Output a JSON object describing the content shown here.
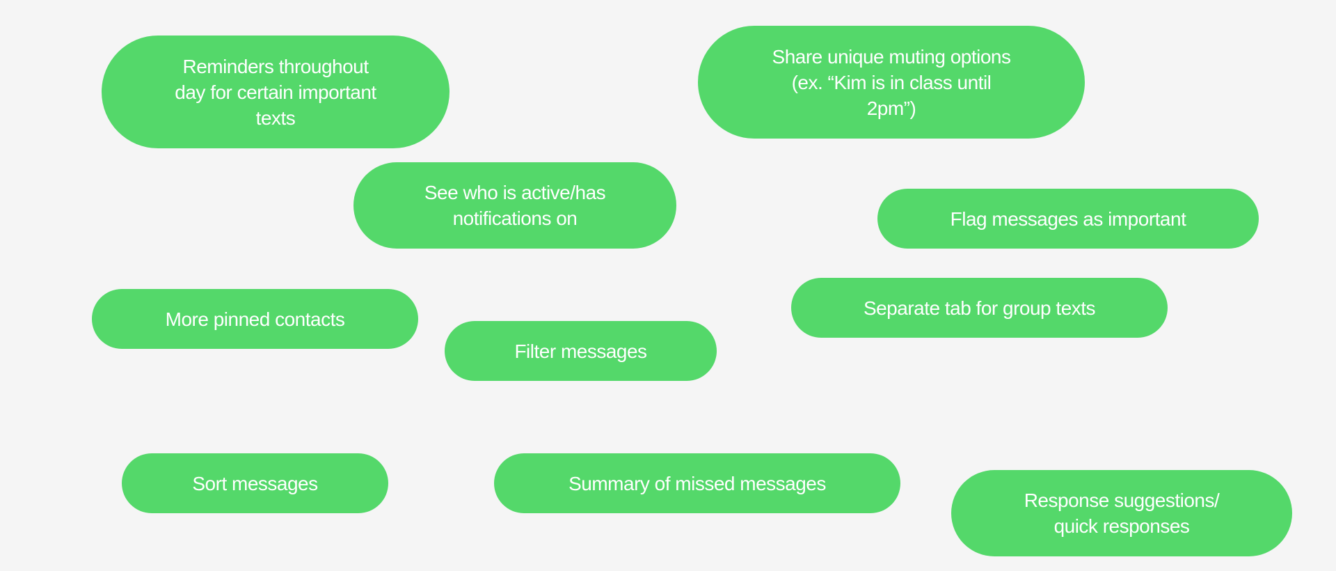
{
  "colors": {
    "background": "#f5f5f5",
    "pill_fill": "#54d86a",
    "pill_text": "#ffffff"
  },
  "ideas": {
    "reminders": "Reminders throughout\nday for certain important\ntexts",
    "share_muting": "Share unique muting options\n(ex. “Kim is in class until\n2pm”)",
    "see_active": "See who is active/has\nnotifications on",
    "flag_important": "Flag messages as important",
    "pinned_contacts": "More pinned contacts",
    "separate_tab": "Separate tab for group texts",
    "filter_messages": "Filter messages",
    "sort_messages": "Sort messages",
    "summary_missed": "Summary of missed messages",
    "response_suggestions": "Response suggestions/\nquick responses"
  }
}
